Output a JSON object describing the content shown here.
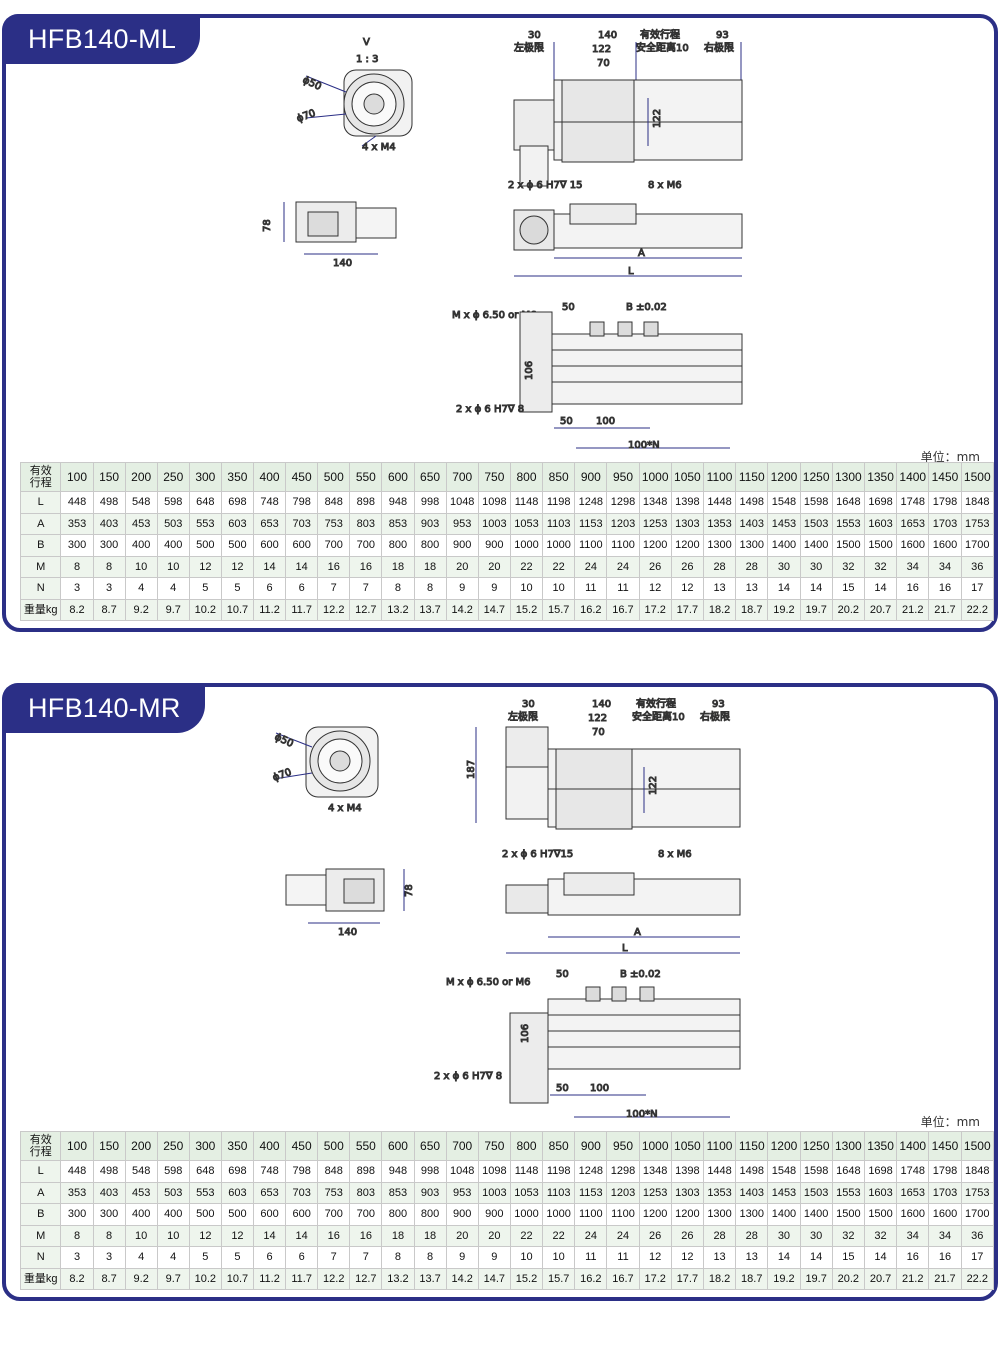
{
  "unit_label": "单位：mm",
  "panels": [
    {
      "title": "HFB140-ML",
      "drawing": {
        "view_label": "V",
        "scale_label": "1 : 3",
        "d50": "ϕ50",
        "d70": "ϕ70",
        "m4": "4 x  M4",
        "w78": "78",
        "w140": "140",
        "top_30": "30",
        "top_140": "140",
        "top_122": "122",
        "top_70": "70",
        "eff_stroke": "有效行程",
        "safety": "安全距离10",
        "top_93": "93",
        "left_limit": "左极限",
        "right_limit": "右极限",
        "side_122": "122",
        "pin_note": "2 x ϕ 6 H7∇ 15",
        "m6_note": "8 x  M6",
        "dim_A": "A",
        "dim_L": "L",
        "m_note": "M x ϕ  6.50 or M6",
        "b_note": "B ±0.02",
        "b50": "50",
        "h106": "106",
        "pin_note2": "2 x ϕ 6 H7∇  8",
        "n50": "50",
        "n100": "100",
        "n100N": "100*N"
      }
    },
    {
      "title": "HFB140-MR",
      "drawing": {
        "d50": "ϕ50",
        "d70": "ϕ70",
        "m4": "4 x  M4",
        "w78": "78",
        "w140": "140",
        "top_30": "30",
        "top_140": "140",
        "top_122": "122",
        "top_70": "70",
        "eff_stroke": "有效行程",
        "safety": "安全距离10",
        "top_93": "93",
        "left_limit": "左极限",
        "right_limit": "右极限",
        "h187": "187",
        "side_122": "122",
        "pin_note": "2 x ϕ  6 H7∇15",
        "m6_note": "8 x  M6",
        "dim_A": "A",
        "dim_L": "L",
        "m_note": "M x ϕ  6.50 or M6",
        "b_note": "B ±0.02",
        "b50": "50",
        "h106": "106",
        "pin_note2": "2 x ϕ  6 H7∇  8",
        "n50": "50",
        "n100": "100",
        "n100N": "100*N"
      }
    }
  ],
  "table": {
    "header_label": "有效\n行程",
    "strokes": [
      "100",
      "150",
      "200",
      "250",
      "300",
      "350",
      "400",
      "450",
      "500",
      "550",
      "600",
      "650",
      "700",
      "750",
      "800",
      "850",
      "900",
      "950",
      "1000",
      "1050",
      "1100",
      "1150",
      "1200",
      "1250",
      "1300",
      "1350",
      "1400",
      "1450",
      "1500"
    ],
    "rows": [
      {
        "label": "L",
        "values": [
          "448",
          "498",
          "548",
          "598",
          "648",
          "698",
          "748",
          "798",
          "848",
          "898",
          "948",
          "998",
          "1048",
          "1098",
          "1148",
          "1198",
          "1248",
          "1298",
          "1348",
          "1398",
          "1448",
          "1498",
          "1548",
          "1598",
          "1648",
          "1698",
          "1748",
          "1798",
          "1848"
        ]
      },
      {
        "label": "A",
        "values": [
          "353",
          "403",
          "453",
          "503",
          "553",
          "603",
          "653",
          "703",
          "753",
          "803",
          "853",
          "903",
          "953",
          "1003",
          "1053",
          "1103",
          "1153",
          "1203",
          "1253",
          "1303",
          "1353",
          "1403",
          "1453",
          "1503",
          "1553",
          "1603",
          "1653",
          "1703",
          "1753"
        ]
      },
      {
        "label": "B",
        "values": [
          "300",
          "300",
          "400",
          "400",
          "500",
          "500",
          "600",
          "600",
          "700",
          "700",
          "800",
          "800",
          "900",
          "900",
          "1000",
          "1000",
          "1100",
          "1100",
          "1200",
          "1200",
          "1300",
          "1300",
          "1400",
          "1400",
          "1500",
          "1500",
          "1600",
          "1600",
          "1700"
        ]
      },
      {
        "label": "M",
        "values": [
          "8",
          "8",
          "10",
          "10",
          "12",
          "12",
          "14",
          "14",
          "16",
          "16",
          "18",
          "18",
          "20",
          "20",
          "22",
          "22",
          "24",
          "24",
          "26",
          "26",
          "28",
          "28",
          "30",
          "30",
          "32",
          "32",
          "34",
          "34",
          "36"
        ]
      },
      {
        "label": "N",
        "values": [
          "3",
          "3",
          "4",
          "4",
          "5",
          "5",
          "6",
          "6",
          "7",
          "7",
          "8",
          "8",
          "9",
          "9",
          "10",
          "10",
          "11",
          "11",
          "12",
          "12",
          "13",
          "13",
          "14",
          "14",
          "15",
          "14",
          "16",
          "16",
          "17"
        ]
      },
      {
        "label": "重量kg",
        "values": [
          "8.2",
          "8.7",
          "9.2",
          "9.7",
          "10.2",
          "10.7",
          "11.2",
          "11.7",
          "12.2",
          "12.7",
          "13.2",
          "13.7",
          "14.2",
          "14.7",
          "15.2",
          "15.7",
          "16.2",
          "16.7",
          "17.2",
          "17.7",
          "18.2",
          "18.7",
          "19.2",
          "19.7",
          "20.2",
          "20.7",
          "21.2",
          "21.7",
          "22.2"
        ]
      }
    ]
  }
}
